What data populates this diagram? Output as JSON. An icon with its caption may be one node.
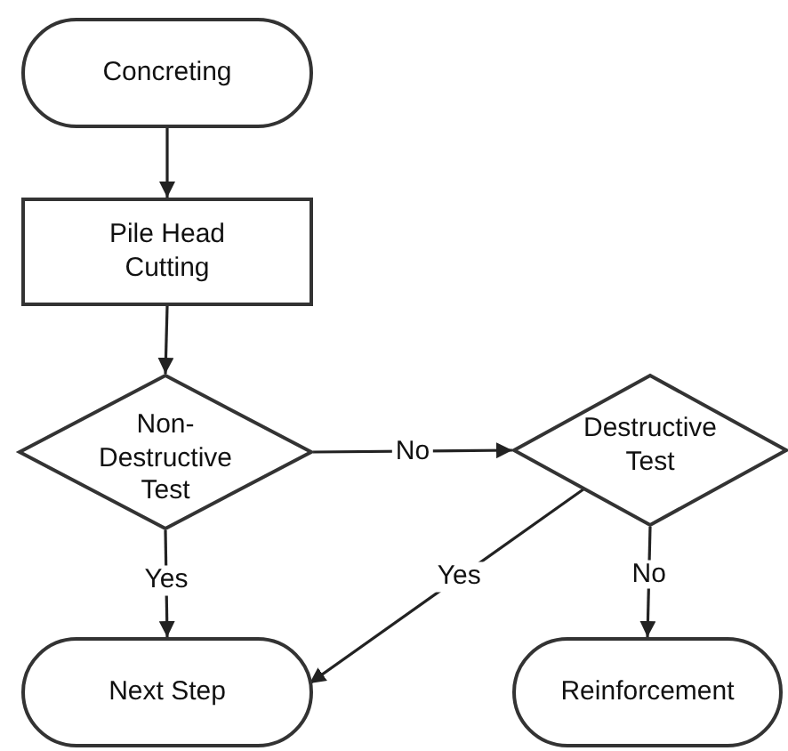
{
  "diagram": {
    "nodes": [
      {
        "text": [
          "Concreting"
        ]
      },
      {
        "text": [
          "Pile Head Cutting"
        ]
      },
      {
        "text": [
          "Non- Destructive Test"
        ]
      },
      {
        "text": [
          "Destructive Test"
        ]
      },
      {
        "text": [
          "Next Step"
        ]
      },
      {
        "text": [
          "Reinforcement"
        ]
      }
    ],
    "edges": [
      {
        "from": 0,
        "to": 1,
        "arrow": "to"
      },
      {
        "from": 1,
        "to": 2,
        "arrow": "to"
      },
      {
        "from": 2,
        "to": 3,
        "arrow": "to",
        "label": "No"
      },
      {
        "from": 2,
        "to": 4,
        "arrow": "to",
        "label": "Yes"
      },
      {
        "from": 3,
        "to": 4,
        "arrow": "to",
        "label": "Yes"
      },
      {
        "from": 3,
        "to": 5,
        "arrow": "to",
        "label": "No"
      }
    ]
  }
}
